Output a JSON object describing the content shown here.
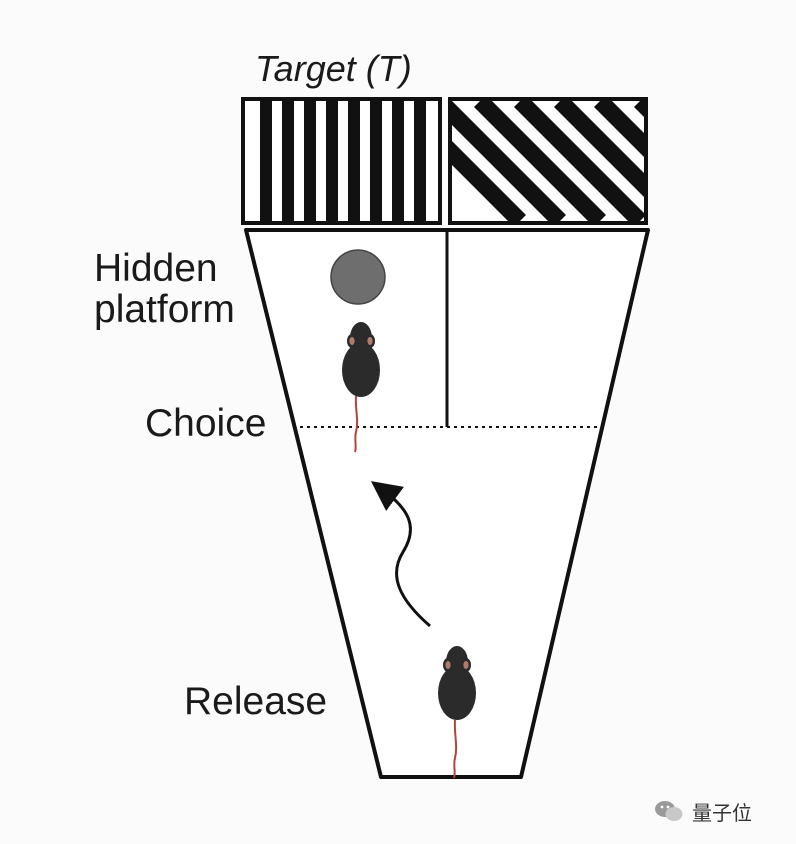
{
  "labels": {
    "target": "Target (T)",
    "hidden_line1": "Hidden",
    "hidden_line2": "platform",
    "choice": "Choice",
    "release": "Release"
  },
  "watermark": {
    "text": "量子位",
    "icon": "wechat-icon"
  },
  "icons": {
    "platform": "hidden-platform-circle",
    "mouse": "mouse-icon",
    "path": "wavy-path-arrow"
  },
  "colors": {
    "line": "#111111",
    "platform": "#6e6e6e",
    "mouse_body": "#2b2b2b",
    "mouse_ear": "#b07a6c",
    "tail": "#b2443b",
    "background": "#fbfbfb"
  }
}
